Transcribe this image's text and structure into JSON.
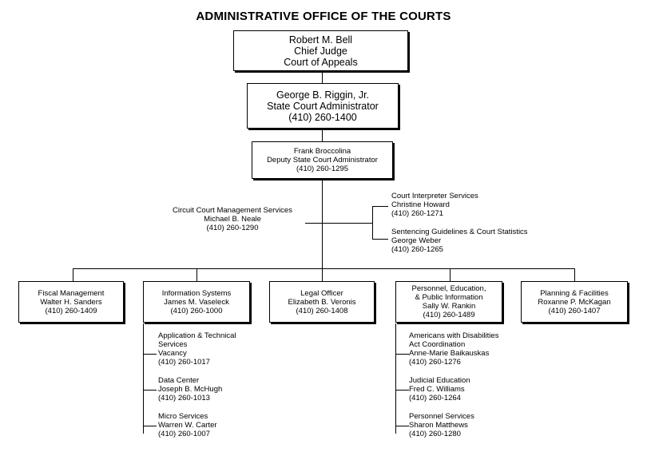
{
  "title": "ADMINISTRATIVE OFFICE OF THE COURTS",
  "chief_judge": {
    "name": "Robert M. Bell",
    "title": "Chief Judge",
    "court": "Court of Appeals"
  },
  "state_admin": {
    "name": "George B. Riggin, Jr.",
    "title": "State Court Administrator",
    "phone": "(410) 260-1400"
  },
  "deputy": {
    "name": "Frank Broccolina",
    "title": "Deputy State Court Administrator",
    "phone": "(410) 260-1295"
  },
  "circuit": {
    "title": "Circuit Court Management Services",
    "name": "Michael B. Neale",
    "phone": "(410) 260-1290"
  },
  "interpreter": {
    "title": "Court Interpreter Services",
    "name": "Christine Howard",
    "phone": "(410) 260-1271"
  },
  "sentencing": {
    "title": "Sentencing Guidelines & Court Statistics",
    "name": "George Weber",
    "phone": "(410) 260-1265"
  },
  "divisions": [
    {
      "lines": [
        "Fiscal Management",
        "Walter H. Sanders",
        "(410) 260-1409"
      ]
    },
    {
      "lines": [
        "Information Systems",
        "James M. Vaseleck",
        "(410) 260-1000"
      ]
    },
    {
      "lines": [
        "Legal Officer",
        "Elizabeth B. Veronis",
        "(410) 260-1408"
      ]
    },
    {
      "lines": [
        "Personnel, Education,",
        "& Public Information",
        "Sally W. Rankin",
        "(410) 260-1489"
      ]
    },
    {
      "lines": [
        "Planning & Facilities",
        "Roxanne P. McKagan",
        "(410) 260-1407"
      ]
    }
  ],
  "info_sub": [
    {
      "lines": [
        "Application & Technical",
        "Services",
        "Vacancy",
        "(410) 260-1017"
      ]
    },
    {
      "lines": [
        "Data Center",
        "Joseph B. McHugh",
        "(410) 260-1013"
      ]
    },
    {
      "lines": [
        "Micro Services",
        "Warren W. Carter",
        "(410) 260-1007"
      ]
    }
  ],
  "personnel_sub": [
    {
      "lines": [
        "Americans with Disabilities",
        "Act Coordination",
        "Anne-Marie Baikauskas",
        "(410) 260-1276"
      ]
    },
    {
      "lines": [
        "Judicial Education",
        "Fred C. Williams",
        "(410) 260-1264"
      ]
    },
    {
      "lines": [
        "Personnel Services",
        "Sharon Matthews",
        "(410) 260-1280"
      ]
    }
  ]
}
